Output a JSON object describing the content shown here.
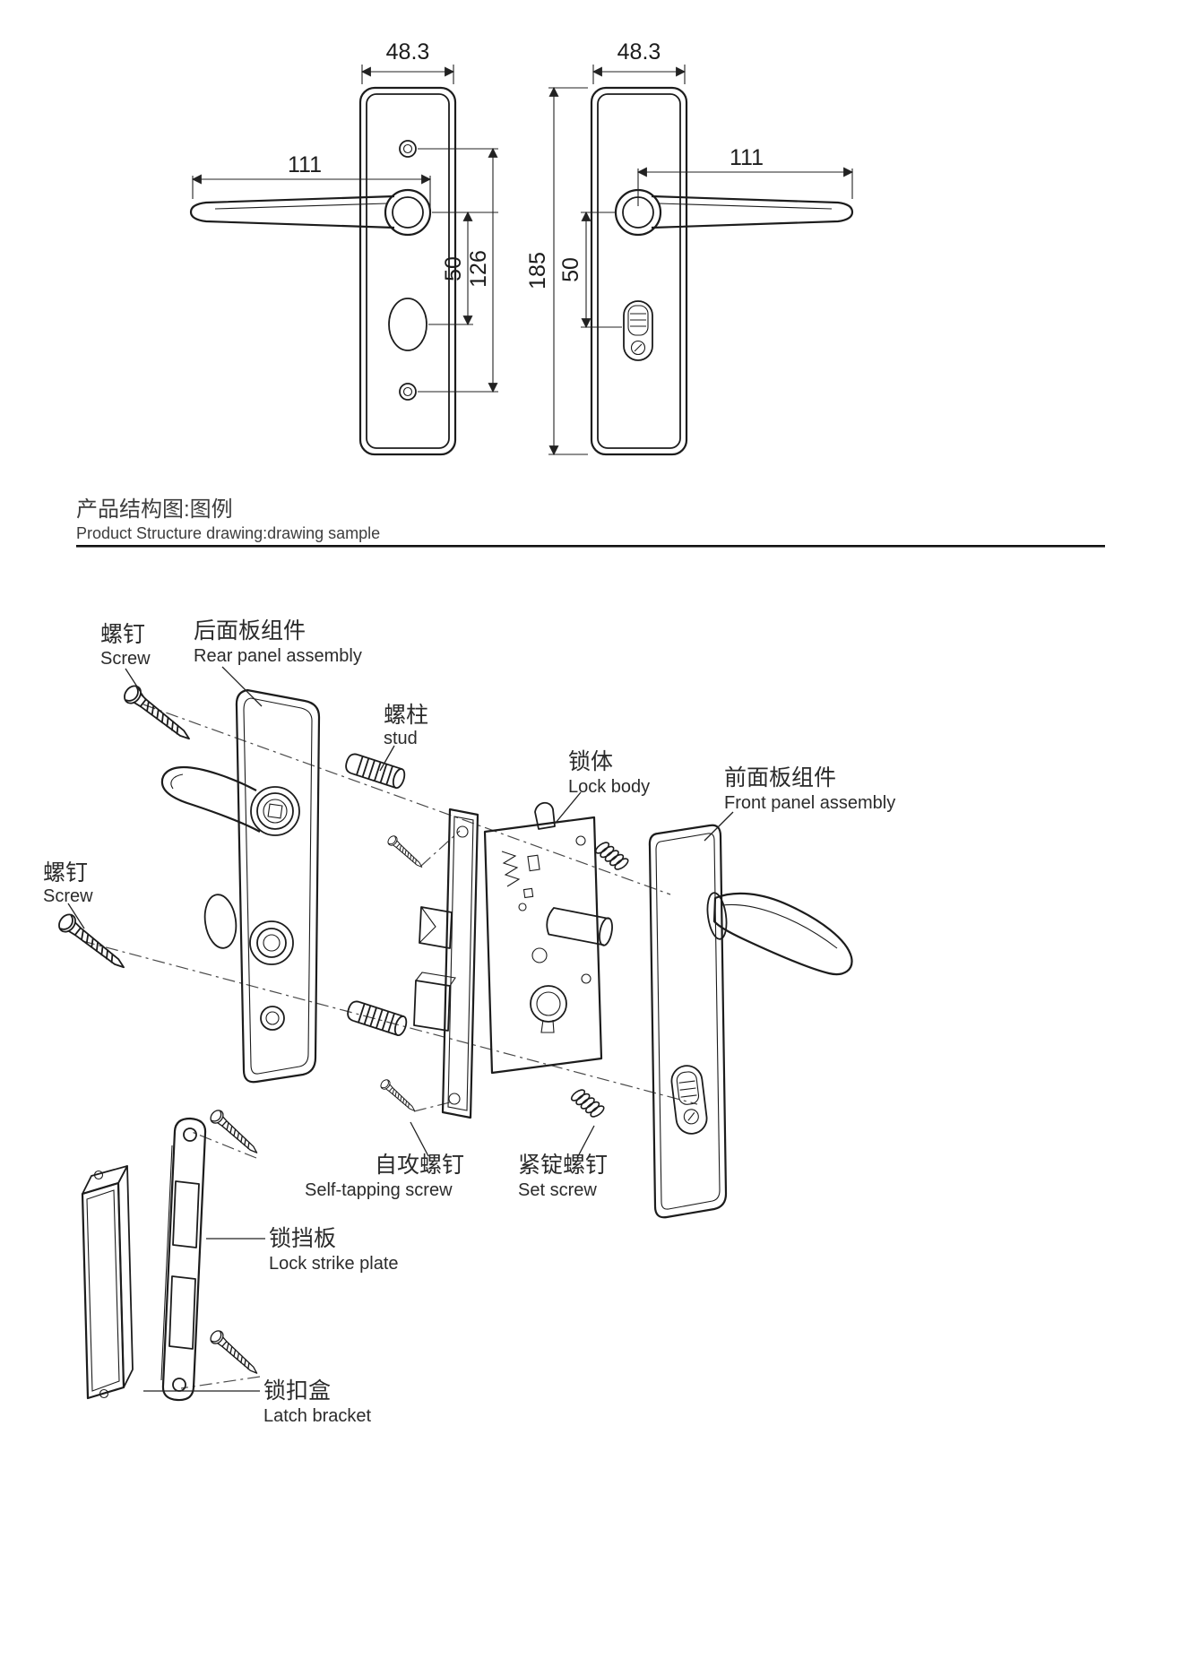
{
  "caption": {
    "cn": "产品结构图:图例",
    "en": "Product Structure drawing:drawing sample"
  },
  "views": {
    "left": {
      "width_dim": "48.3",
      "handle_dim": "111",
      "dim_50": "50",
      "dim_126": "126"
    },
    "right": {
      "width_dim": "48.3",
      "handle_dim": "111",
      "dim_50": "50",
      "dim_185": "185"
    }
  },
  "parts": {
    "screw_top": {
      "cn": "螺钉",
      "en": "Screw"
    },
    "rear_panel": {
      "cn": "后面板组件",
      "en": "Rear panel assembly"
    },
    "stud": {
      "cn": "螺柱",
      "en": "stud"
    },
    "lock_body": {
      "cn": "锁体",
      "en": "Lock body"
    },
    "front_panel": {
      "cn": "前面板组件",
      "en": "Front panel assembly"
    },
    "screw_left": {
      "cn": "螺钉",
      "en": "Screw"
    },
    "self_tapping": {
      "cn": "自攻螺钉",
      "en": "Self-tapping screw"
    },
    "set_screw": {
      "cn": "紧锭螺钉",
      "en": "Set screw"
    },
    "strike_plate": {
      "cn": "锁挡板",
      "en": "Lock strike plate"
    },
    "latch_bracket": {
      "cn": "锁扣盒",
      "en": "Latch bracket"
    }
  },
  "colors": {
    "line": "#1c1c1c",
    "background": "#ffffff"
  }
}
